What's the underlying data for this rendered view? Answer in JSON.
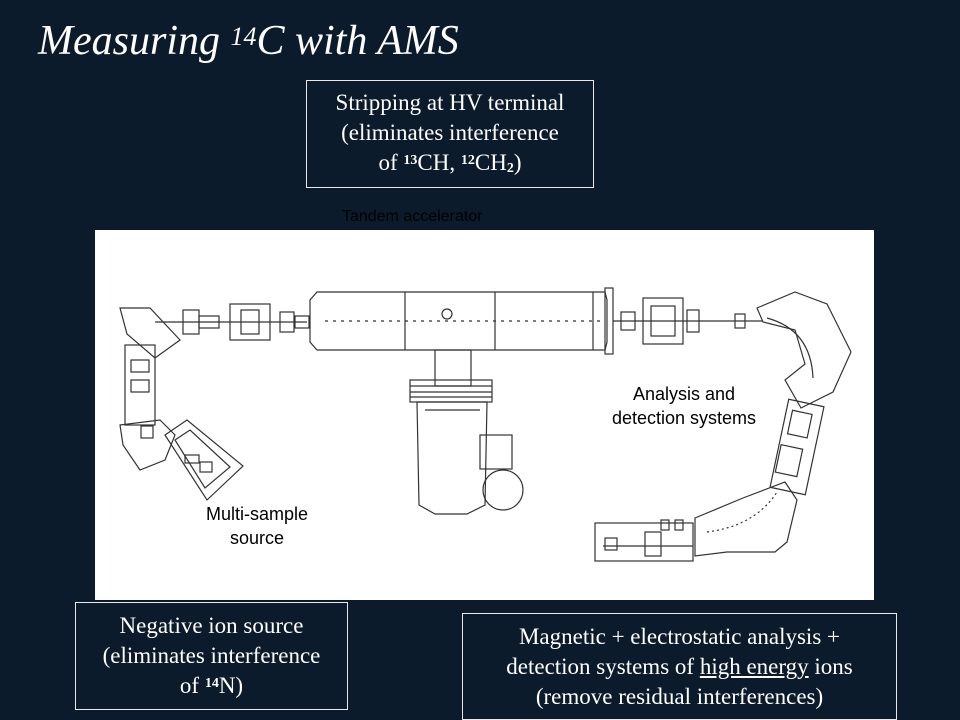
{
  "title": {
    "main": "Measuring ",
    "sup": "14",
    "rest": "C with AMS"
  },
  "boxes": {
    "stripping": {
      "line1": "Stripping at HV terminal",
      "line2": "(eliminates interference",
      "line3_pre": "of ",
      "sup1": "13",
      "mid1": "CH, ",
      "sup2": "12",
      "mid2": "CH",
      "sub": "2",
      "end": ")"
    },
    "negative": {
      "line1": "Negative ion source",
      "line2": "(eliminates interference",
      "line3_pre": "of ",
      "sup": "14",
      "end": "N)"
    },
    "magnetic": {
      "line1": "Magnetic + electrostatic analysis +",
      "line2_pre": "detection systems of ",
      "underline": " high energy",
      "line2_post": " ions",
      "line3": "(remove residual interferences)"
    }
  },
  "diagram": {
    "tandem_label": "Tandem accelerator",
    "analysis_label_1": "Analysis and",
    "analysis_label_2": "detection systems",
    "multi_label_1": "Multi-sample",
    "multi_label_2": "source"
  },
  "colors": {
    "background": "#0c1b2c",
    "text": "#ffffff",
    "panel": "#ffffff",
    "box_border": "#e8e8e8"
  }
}
